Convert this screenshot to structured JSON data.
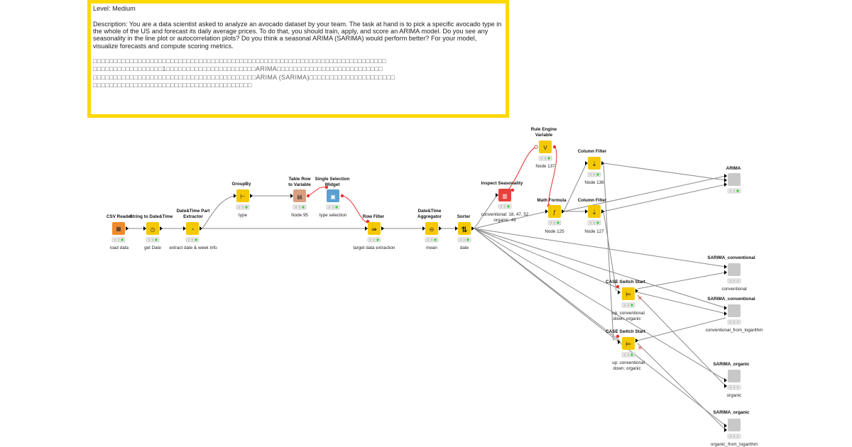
{
  "annotation": {
    "level": "Level: Medium",
    "description": "Description: You are a data scientist asked to analyze an avocado dataset by your team. The task at hand is to pick a specific avocado type in the whole of the US and forecast its daily average prices. To do that, you should train, apply, and score an ARIMA model. Do you see any seasonality in the line plot or autocorrelation plots? Do you think a seasonal ARIMA (SARIMA) would perform better? For your model, visualize forecasts and compute scoring metrics.",
    "cjk_lines": [
      "□□□□□□□□□□□□□□□□□□□□□□□□□□□□□□□□□□□□□□□□□□□□□□□□□□□□□□□□□□□□□□□□□□□□□□□□",
      "□□□□□□□□□□□□□□□□□1□□□□□□□□□□□□□□□□□□□□□□ARIMA□□□□□□□□□□□□□□□□□□□□□□□□□□",
      "□□□□□□□□□□□□□□□□□□□□□□□□□□□□□□□□□□□□□□□□ARIMA (SARIMA)□□□□□□□□□□□□□□□□□□□□□",
      "□□□□□□□□□□□□□□□□□□□□□□□□□□□□□□□□□□□□□□□"
    ]
  },
  "nodes": {
    "csv_reader": {
      "title": "CSV Reader",
      "label": "load data"
    },
    "string_to_datetime": {
      "title": "String to Date&Time",
      "label": "get Date"
    },
    "datetime_part": {
      "title1": "Date&Time Part",
      "title2": "Extractor",
      "label": "extract date & week info"
    },
    "groupby": {
      "title": "GroupBy",
      "label": "type"
    },
    "table_row_var": {
      "title1": "Table Row",
      "title2": "to Variable",
      "label": "Node 95"
    },
    "single_selection": {
      "title1": "Single Selection",
      "title2": "Widget",
      "label": "type selection"
    },
    "row_filter": {
      "title": "Row Filter",
      "label": "target data extraction"
    },
    "dt_aggregator": {
      "title1": "Date&Time",
      "title2": "Aggregator",
      "label": "mean"
    },
    "sorter": {
      "title": "Sorter",
      "label": "date"
    },
    "inspect_seasonality": {
      "title": "Inspect Seasonality",
      "label1": "conventional: 18, 47, 52",
      "label2": "organic: 49"
    },
    "rule_engine_var": {
      "title1": "Rule Engine",
      "title2": "Variable",
      "label": "Node 137"
    },
    "math_formula": {
      "title": "Math Formula",
      "label": "Node 125"
    },
    "column_filter_1": {
      "title": "Column Filter",
      "label": "Node 136"
    },
    "column_filter_2": {
      "title": "Column Filter",
      "label": "Node 127"
    },
    "arima": {
      "title": "ARIMA",
      "label": ""
    },
    "sarima_conv_1": {
      "title": "SARIMA_conventional",
      "label": "conventional"
    },
    "sarima_conv_2": {
      "title": "SARIMA_conventional",
      "label": "conventional_from_logarithm"
    },
    "case_switch_1": {
      "title": "CASE Switch Start",
      "label1": "up: conventional",
      "label2": "down: organic"
    },
    "case_switch_2": {
      "title": "CASE Switch Start",
      "label1": "up: conventional",
      "label2": "down: organic"
    },
    "sarima_org_1": {
      "title": "SARIMA_organic",
      "label": "organic"
    },
    "sarima_org_2": {
      "title": "SARIMA_organic",
      "label": "organic_from_logarithm"
    }
  },
  "colors": {
    "annotation_border": "#ffd800",
    "manipulator": "#f5c800",
    "reader": "#f08a2c",
    "converter": "#d9a080",
    "widget": "#5aa0d0",
    "visualization": "#e8403a",
    "component": "#c8c8c8",
    "data_edge": "#888888",
    "variable_edge": "#e83030"
  }
}
